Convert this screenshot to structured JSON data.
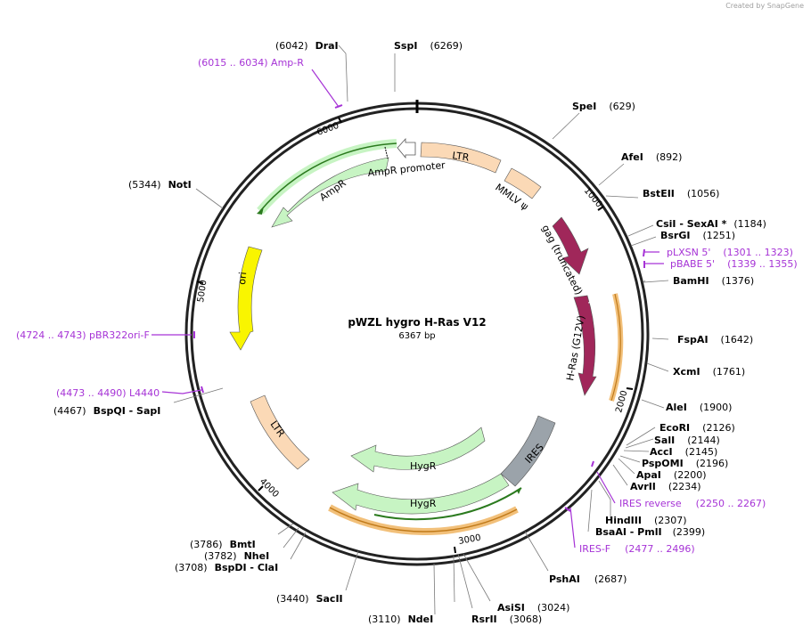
{
  "credit": "Created by SnapGene",
  "plasmid": {
    "name": "pWZL hygro H-Ras V12",
    "length": 6367,
    "length_label": "6367 bp"
  },
  "ticks": [
    "1000",
    "2000",
    "3000",
    "4000",
    "5000",
    "6000"
  ],
  "sites": [
    {
      "name": "SspI",
      "pos": "(6269)",
      "side": "right"
    },
    {
      "name": "SpeI",
      "pos": "(629)",
      "side": "right"
    },
    {
      "name": "AfeI",
      "pos": "(892)",
      "side": "right"
    },
    {
      "name": "BstEII",
      "pos": "(1056)",
      "side": "right"
    },
    {
      "name": "CsiI - SexAI *",
      "pos": "(1184)",
      "side": "right"
    },
    {
      "name": "BsrGI",
      "pos": "(1251)",
      "side": "right"
    },
    {
      "name": "BamHI",
      "pos": "(1376)",
      "side": "right"
    },
    {
      "name": "FspAI",
      "pos": "(1642)",
      "side": "right"
    },
    {
      "name": "XcmI",
      "pos": "(1761)",
      "side": "right"
    },
    {
      "name": "AleI",
      "pos": "(1900)",
      "side": "right"
    },
    {
      "name": "EcoRI",
      "pos": "(2126)",
      "side": "right"
    },
    {
      "name": "SalI",
      "pos": "(2144)",
      "side": "right"
    },
    {
      "name": "AccI",
      "pos": "(2145)",
      "side": "right"
    },
    {
      "name": "PspOMI",
      "pos": "(2196)",
      "side": "right"
    },
    {
      "name": "ApaI",
      "pos": "(2200)",
      "side": "right"
    },
    {
      "name": "AvrII",
      "pos": "(2234)",
      "side": "right"
    },
    {
      "name": "HindIII",
      "pos": "(2307)",
      "side": "right"
    },
    {
      "name": "BsaAI - PmlI",
      "pos": "(2399)",
      "side": "right"
    },
    {
      "name": "PshAI",
      "pos": "(2687)",
      "side": "right"
    },
    {
      "name": "AsiSI",
      "pos": "(3024)",
      "side": "right"
    },
    {
      "name": "RsrII",
      "pos": "(3068)",
      "side": "right"
    },
    {
      "name": "NdeI",
      "pos": "(3110)",
      "side": "left"
    },
    {
      "name": "SacII",
      "pos": "(3440)",
      "side": "left"
    },
    {
      "name": "BspDI - ClaI",
      "pos": "(3708)",
      "side": "left"
    },
    {
      "name": "NheI",
      "pos": "(3782)",
      "side": "left"
    },
    {
      "name": "BmtI",
      "pos": "(3786)",
      "side": "left"
    },
    {
      "name": "BspQI - SapI",
      "pos": "(4467)",
      "side": "left"
    },
    {
      "name": "NotI",
      "pos": "(5344)",
      "side": "left"
    },
    {
      "name": "DraI",
      "pos": "(6042)",
      "side": "left"
    }
  ],
  "primers": [
    {
      "label": "(6015 .. 6034)  Amp-R"
    },
    {
      "label": "pLXSN 5'",
      "range": "(1301 .. 1323)"
    },
    {
      "label": "pBABE 5'",
      "range": "(1339 .. 1355)"
    },
    {
      "label": "IRES reverse",
      "range": "(2250 .. 2267)"
    },
    {
      "label": "IRES-F",
      "range": "(2477 .. 2496)"
    },
    {
      "label": "(4724 .. 4743)  pBR322ori-F"
    },
    {
      "label": "(4473 .. 4490)  L4440"
    }
  ],
  "features": [
    {
      "name": "LTR",
      "color": "#fbd9b6"
    },
    {
      "name": "MMLV ψ",
      "color": "#fbd9b6"
    },
    {
      "name": "gag (truncated)",
      "color": "#a0275a"
    },
    {
      "name": "H-Ras (G12V)",
      "color": "#a0275a"
    },
    {
      "name": "IRES",
      "color": "#9ba3aa"
    },
    {
      "name": "HygR",
      "color": "#c7f4c3"
    },
    {
      "name": "HygR",
      "color": "#c7f4c3"
    },
    {
      "name": "LTR",
      "color": "#fbd9b6"
    },
    {
      "name": "ori",
      "color": "#f9f500"
    },
    {
      "name": "AmpR",
      "color": "#c7f4c3"
    },
    {
      "name": "AmpR promoter",
      "color": "#ffffff"
    }
  ]
}
